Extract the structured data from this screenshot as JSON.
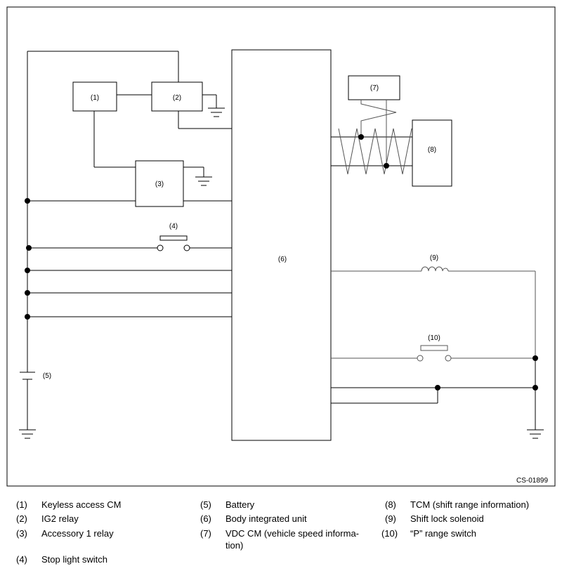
{
  "figure": {
    "code": "CS-01899",
    "component_labels": {
      "c1": "(1)",
      "c2": "(2)",
      "c3": "(3)",
      "c4": "(4)",
      "c5": "(5)",
      "c6": "(6)",
      "c7": "(7)",
      "c8": "(8)",
      "c9": "(9)",
      "c10": "(10)"
    }
  },
  "legend": [
    {
      "num": "(1)",
      "text": "Keyless access CM"
    },
    {
      "num": "(2)",
      "text": "IG2 relay"
    },
    {
      "num": "(3)",
      "text": "Accessory 1 relay"
    },
    {
      "num": "(4)",
      "text": "Stop light switch"
    },
    {
      "num": "(5)",
      "text": "Battery"
    },
    {
      "num": "(6)",
      "text": "Body integrated unit"
    },
    {
      "num": "(7)",
      "text": "VDC CM (vehicle speed informa-\ntion)"
    },
    {
      "num": "(8)",
      "text": "TCM (shift range information)"
    },
    {
      "num": "(9)",
      "text": "Shift lock solenoid"
    },
    {
      "num": "(10)",
      "text": "“P” range switch"
    }
  ]
}
